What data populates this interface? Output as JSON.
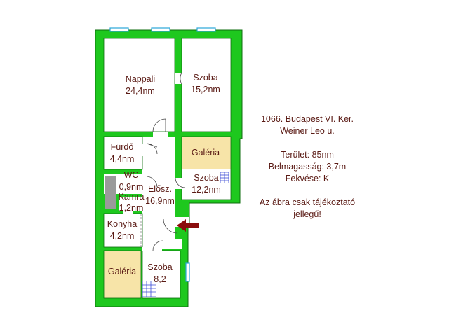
{
  "colors": {
    "wall": "#1ec81e",
    "wall_outline": "#0f6e0f",
    "floor": "#ffffff",
    "galeria": "#f7e4a8",
    "stair": "#3b4cd6",
    "window": "#2aa6d8",
    "pantry": "#9a9a9a",
    "text": "#5a1a14",
    "entrance_arrow": "#8b0d0d"
  },
  "rooms": {
    "nappali": {
      "name": "Nappali",
      "area": "24,4nm"
    },
    "szoba1": {
      "name": "Szoba",
      "area": "15,2nm"
    },
    "furdo": {
      "name": "Fürdő",
      "area": "4,4nm"
    },
    "galeria_upper": {
      "name": "Galéria"
    },
    "wc": {
      "name": "WC",
      "area": "0,9nm"
    },
    "eloszoba": {
      "name": "Elősz.",
      "area": "16,9nm"
    },
    "szoba2": {
      "name": "Szoba",
      "area": "12,2nm"
    },
    "kamra": {
      "name": "Kamra",
      "area": "1,2nm"
    },
    "konyha": {
      "name": "Konyha",
      "area": "4,2nm"
    },
    "galeria_lower": {
      "name": "Galéria"
    },
    "szoba3": {
      "name": "Szoba",
      "area": "8,2"
    }
  },
  "info": {
    "address_line1": "1066. Budapest VI. Ker.",
    "address_line2": "Weiner Leo u.",
    "terulet": "Terület: 85nm",
    "belmagassag": "Belmagasság: 3,7m",
    "fekvese": "Fekvése: K",
    "disclaimer_line1": "Az ábra csak tájékoztató",
    "disclaimer_line2": "jellegű!"
  }
}
